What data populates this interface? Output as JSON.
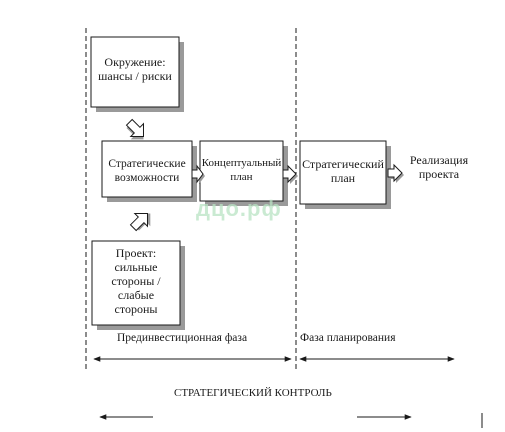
{
  "boxes": {
    "environment": "Окружение:\nшансы / риски",
    "strategic_opportunities": "Стратегические\nвозможности",
    "conceptual_plan": "Концептуальный\nплан",
    "project": "Проект:\nсильные\nстороны /\nслабые\nстороны",
    "strategic_plan": "Стратегический\nплан"
  },
  "labels": {
    "implementation": "Реализация\nпроекта",
    "preinvestment_phase": "Прединвестиционная фаза",
    "planning_phase": "Фаза планирования",
    "strategic_control": "СТРАТЕГИЧЕСКИЙ КОНТРОЛЬ"
  },
  "watermark": "дцо.рф",
  "colors": {
    "line": "#1a1a1a",
    "shadow": "#9a9a9a",
    "watermark": "#b9e4c4"
  }
}
